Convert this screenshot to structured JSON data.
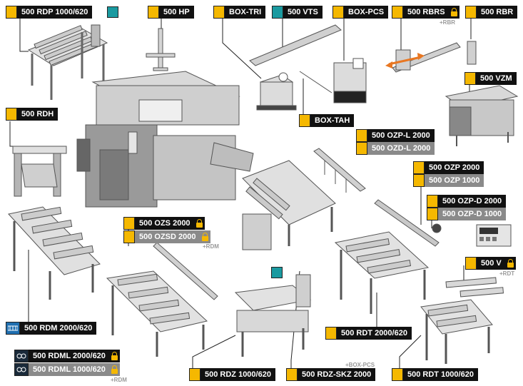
{
  "labels": {
    "rdp": "500 RDP 1000/620",
    "hp": "500 HP",
    "boxtri": "BOX-TRI",
    "vts": "500 VTS",
    "boxpcs": "BOX-PCS",
    "rbrs": "500 RBRS",
    "rbr": "500 RBR",
    "vzm": "500 VZM",
    "rdh": "500 RDH",
    "boxtah": "BOX-TAH",
    "ozpl": "500 OZP-L 2000",
    "ozdl": "500 OZD-L 2000",
    "ozp2000": "500 OZP 2000",
    "ozp1000": "500 OZP 1000",
    "ozpd2000": "500 OZP-D 2000",
    "ozpd1000": "500 OZP-D 1000",
    "ozs": "500 OZS 2000",
    "ozsd": "500 OZSD 2000",
    "v": "500 V",
    "rdm": "500 RDM 2000/620",
    "rdt2000": "500 RDT 2000/620",
    "rdml2000": "500 RDML 2000/620",
    "rdml1000": "500 RDML 1000/620",
    "rdz": "500 RDZ 1000/620",
    "rdzskz": "500 RDZ-SKZ 2000",
    "rdt1000": "500 RDT 1000/620"
  },
  "plus": {
    "rbr": "+RBR",
    "rdm": "+RDM",
    "rdt": "+RDT",
    "boxpcs": "+BOX-PCS",
    "rdm2": "+RDM"
  },
  "icons": {
    "lock": "lock-icon",
    "conveyor": "roller-conveyor-icon",
    "chain": "chain-link-icon",
    "control": "control-panel-icon"
  },
  "colors": {
    "accent": "#f5b800",
    "teal": "#1a9aa0",
    "label_bg": "#111111",
    "label_gray": "#8a8a8a",
    "machine_gray": "#b5b5b5",
    "plus_text": "#9a9a9a",
    "arrow": "#e87722"
  }
}
